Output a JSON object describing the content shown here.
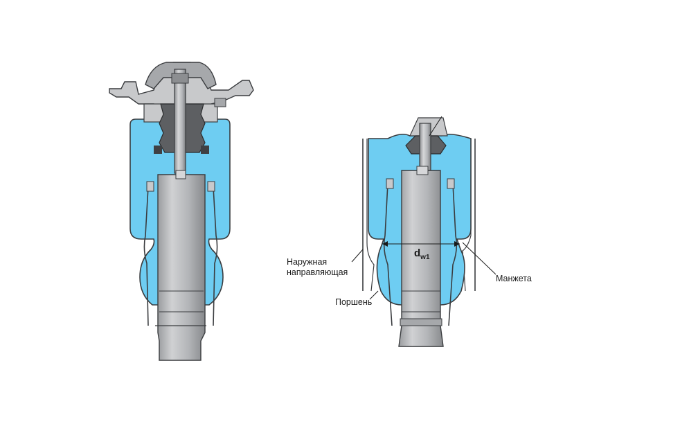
{
  "colors": {
    "air_chamber": "#6ecdf2",
    "metal_light": "#c8c9cb",
    "metal_mid": "#a6a8ab",
    "metal_dark": "#6f7175",
    "rubber": "#5d5f62",
    "outline": "#3a3c3f"
  },
  "labels": {
    "outer_guide_line1": "Наружная",
    "outer_guide_line2": "направляющая",
    "piston": "Поршень",
    "sleeve": "Манжета",
    "diameter_main": "d",
    "diameter_sub": "w1"
  }
}
